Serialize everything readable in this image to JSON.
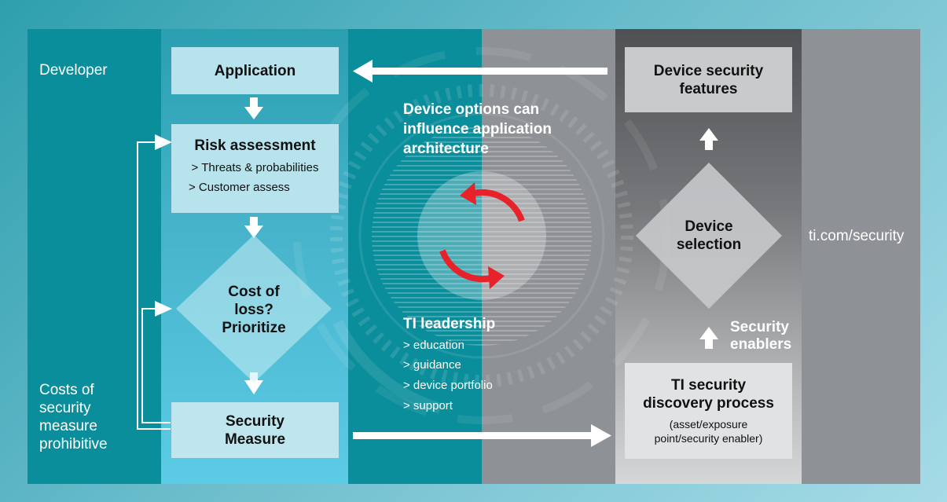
{
  "left": {
    "developer_label": "Developer",
    "costs_label": [
      "Costs of",
      "security",
      "measure",
      "prohibitive"
    ]
  },
  "flow": {
    "application": "Application",
    "risk_title": "Risk assessment",
    "risk_items": [
      "> Threats & probabilities",
      "> Customer assess"
    ],
    "cost_lines": [
      "Cost of",
      "loss?",
      "Prioritize"
    ],
    "measure_lines": [
      "Security",
      "Measure"
    ]
  },
  "center": {
    "options_lines": [
      "Device options can",
      "influence application",
      "architecture"
    ],
    "leadership_title": "TI leadership",
    "leadership_items": [
      "> education",
      "> guidance",
      "> device portfolio",
      "> support"
    ]
  },
  "right": {
    "features_lines": [
      "Device security",
      "features"
    ],
    "selection_lines": [
      "Device",
      "selection"
    ],
    "enablers_lines": [
      "Security",
      "enablers"
    ],
    "discovery_lines": [
      "TI security",
      "discovery process"
    ],
    "discovery_sub_lines": [
      "(asset/exposure",
      "point/security enabler)"
    ],
    "url": "ti.com/security"
  },
  "colors": {
    "teal_dark": "#0b8e9b",
    "teal_light": "#56c4dc",
    "gray_mid": "#8e9195",
    "gray_dark": "#5f6164",
    "cycle_red": "#e8222a"
  }
}
